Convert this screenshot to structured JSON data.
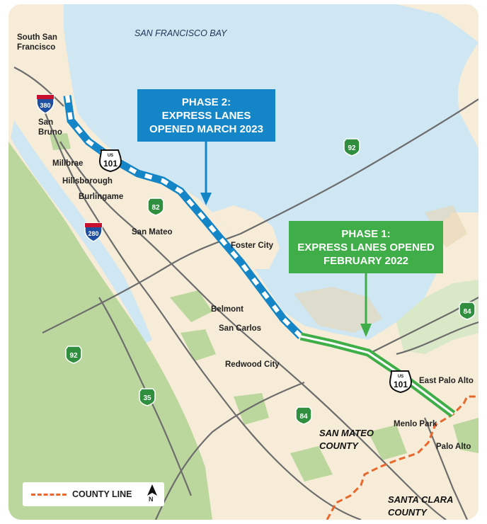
{
  "water_label": "SAN FRANCISCO BAY",
  "callouts": {
    "phase2": [
      "PHASE 2:",
      "EXPRESS LANES",
      "OPENED MARCH 2023"
    ],
    "phase1": [
      "PHASE 1:",
      "EXPRESS LANES OPENED",
      "FEBRUARY 2022"
    ]
  },
  "places": {
    "south_san_francisco_1": "South San",
    "south_san_francisco_2": "Francisco",
    "san_bruno_1": "San",
    "san_bruno_2": "Bruno",
    "millbrae": "Millbrae",
    "hillsborough": "Hillsborough",
    "burlingame": "Burlingame",
    "san_mateo": "San Mateo",
    "foster_city": "Foster City",
    "belmont": "Belmont",
    "san_carlos": "San Carlos",
    "redwood_city": "Redwood City",
    "east_palo_alto": "East Palo Alto",
    "menlo_park": "Menlo Park",
    "palo_alto": "Palo Alto"
  },
  "regions": {
    "san_mateo_county_1": "SAN MATEO",
    "san_mateo_county_2": "COUNTY",
    "santa_clara_county_1": "SANTA CLARA",
    "santa_clara_county_2": "COUNTY"
  },
  "shields": {
    "i380": "380",
    "i280": "280",
    "us101_north": "101",
    "us101_south": "101",
    "us_prefix": "US",
    "sr92_east": "92",
    "sr92_west": "92",
    "sr82": "82",
    "sr84_east": "84",
    "sr84_south": "84",
    "sr35": "35"
  },
  "legend": {
    "county_line_label": "COUNTY LINE",
    "north_label": "N"
  },
  "colors": {
    "land": "#f6ecd7",
    "water": "#cfe6f3",
    "park": "#bcd79d",
    "phase2": "#1486c8",
    "phase1": "#3fae49",
    "county_line": "#e8672c"
  }
}
